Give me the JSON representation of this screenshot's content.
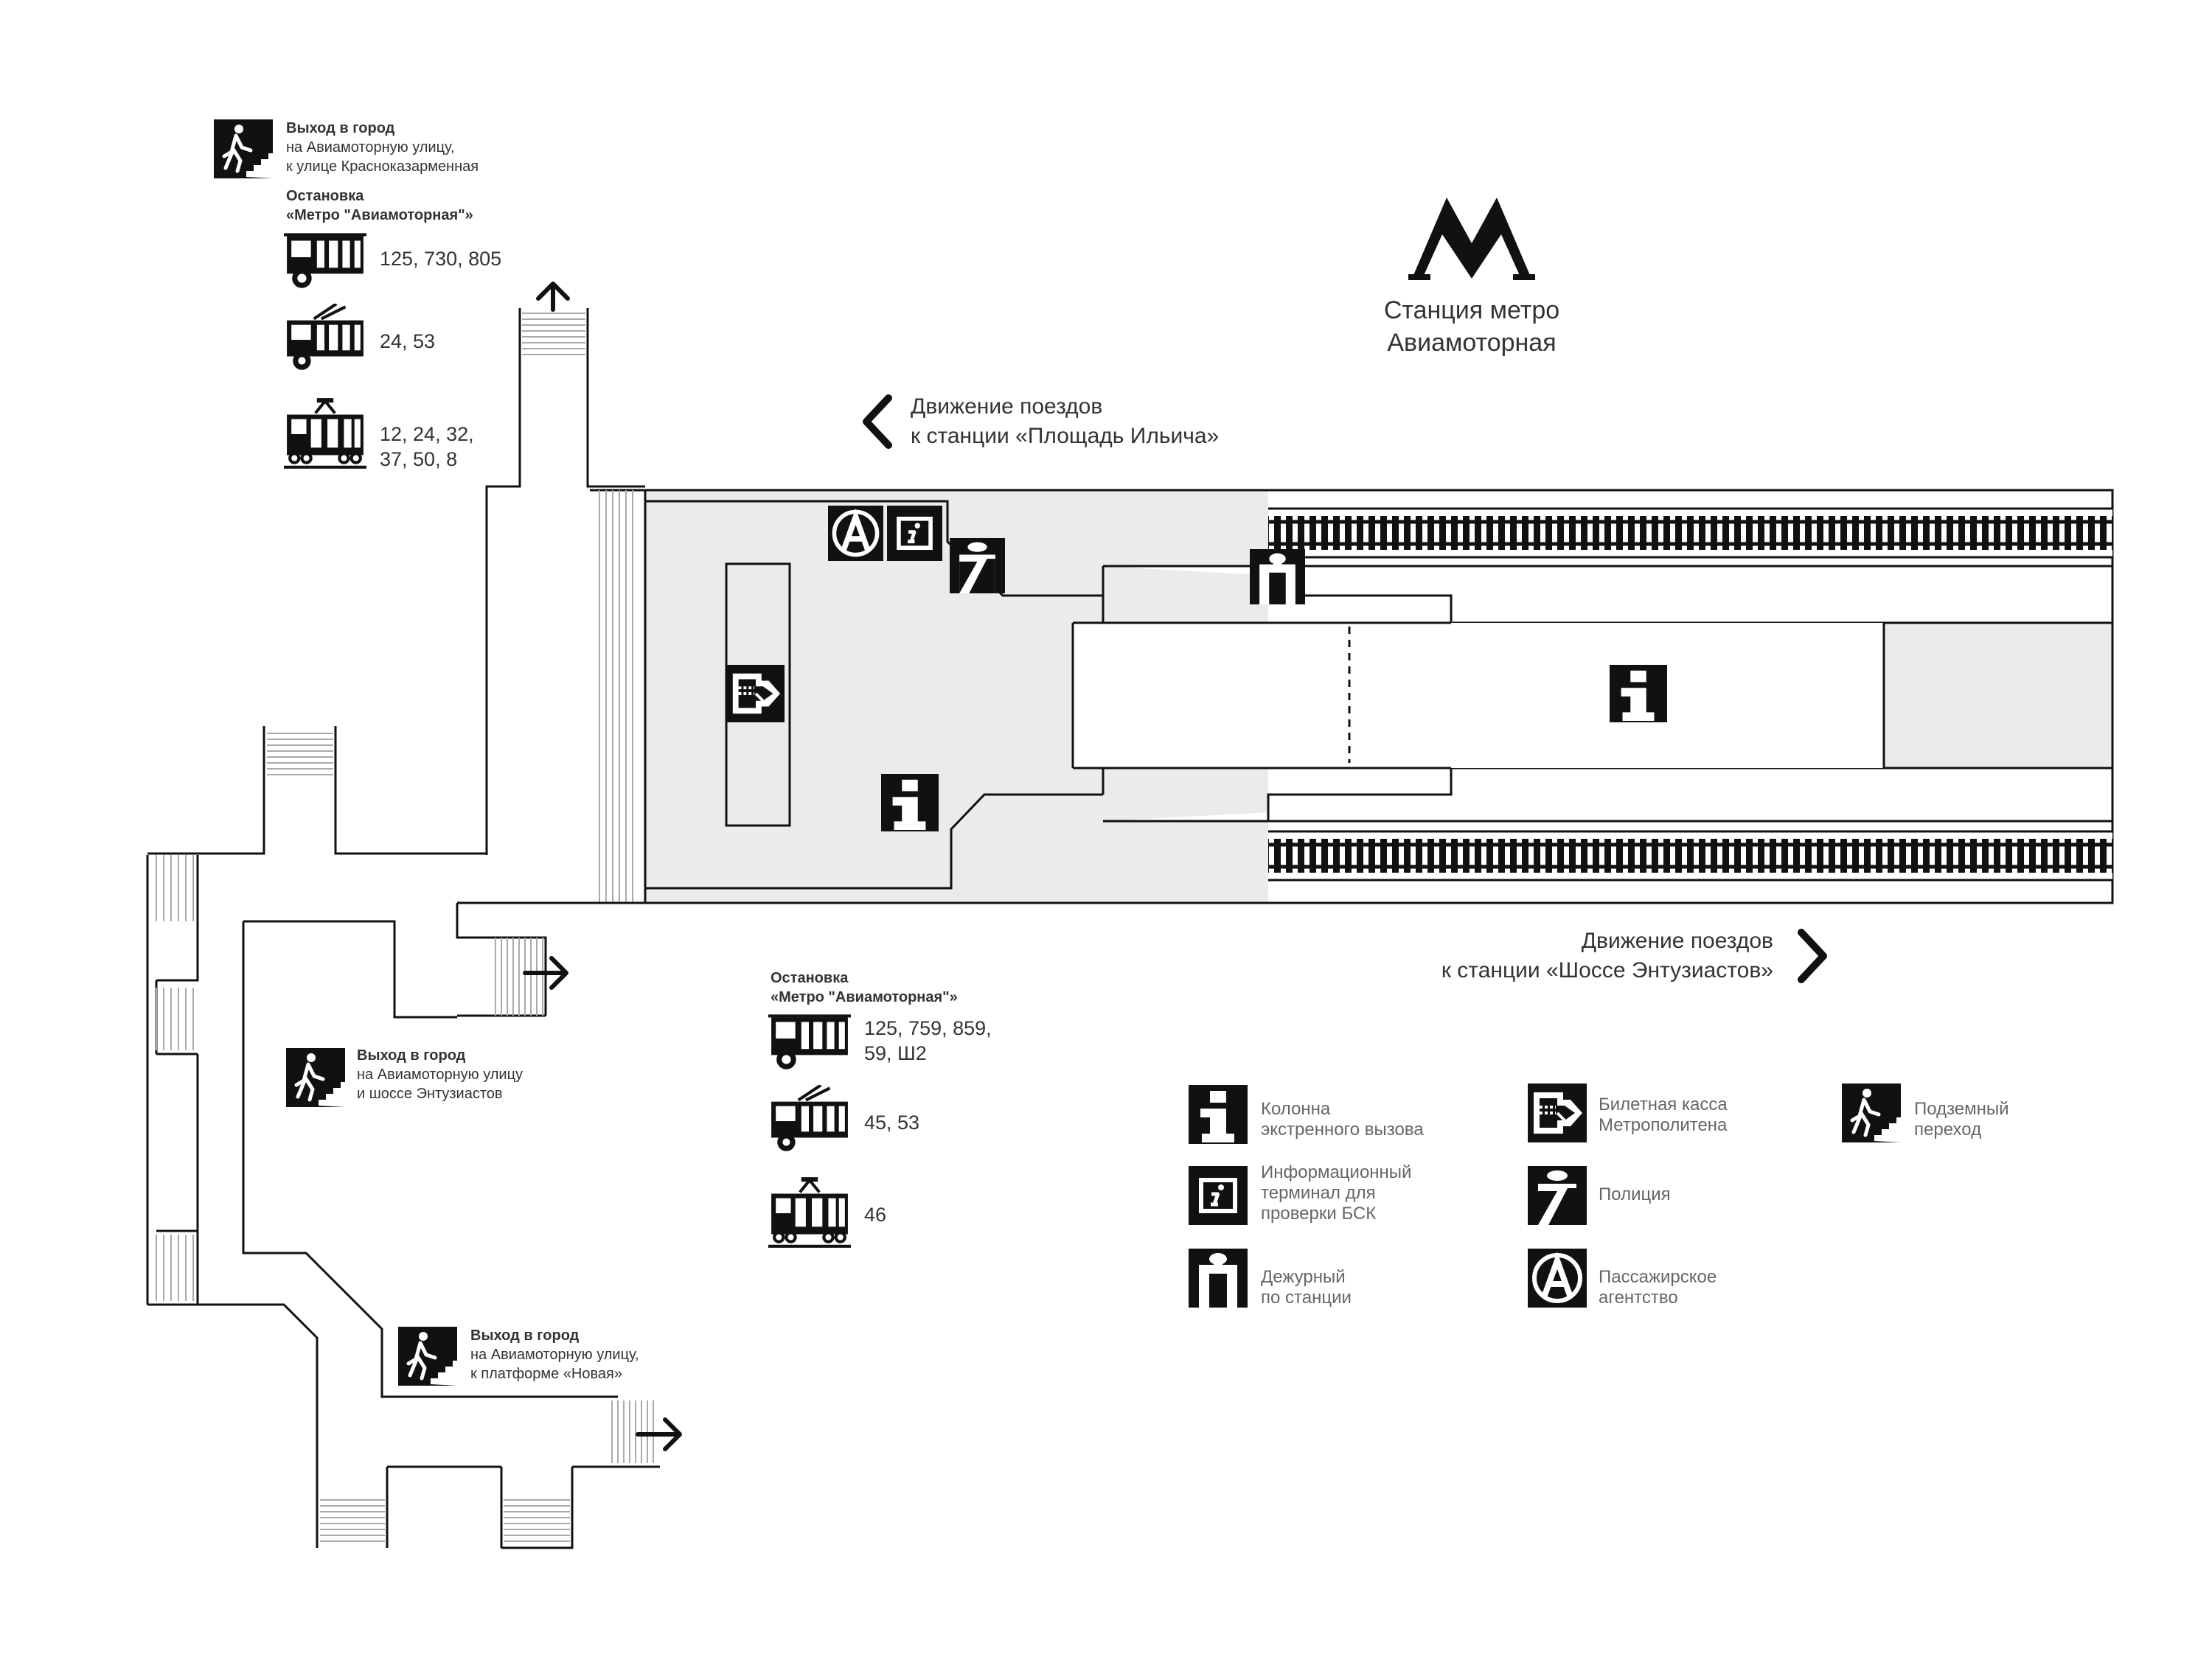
{
  "metro": {
    "logo_letter": "M",
    "station_line1": "Станция метро",
    "station_line2": "Авиамоторная",
    "logo_color": "#111111"
  },
  "directions": {
    "west_line1": "Движение поездов",
    "west_line2": "к станции «Площадь Ильича»",
    "east_line1": "Движение поездов",
    "east_line2": "к станции «Шоссе Энтузиастов»"
  },
  "exit_north": {
    "exit_title": "Выход в город",
    "exit_line1": "на Авиамоторную улицу,",
    "exit_line2": "к улице Красноказарменная",
    "stop_title": "Остановка",
    "stop_name": "«Метро \"Авиамоторная\"»",
    "bus_routes": "125, 730, 805",
    "trolleybus_routes": "24, 53",
    "tram_routes_line1": "12, 24, 32,",
    "tram_routes_line2": "37, 50, 8"
  },
  "exit_southwest": {
    "exit_title": "Выход в город",
    "exit_line1": "на Авиамоторную улицу",
    "exit_line2": "и шоссе Энтузиастов"
  },
  "exit_south": {
    "exit_title": "Выход в город",
    "exit_line1": "на Авиамоторную улицу,",
    "exit_line2": "к платформе «Новая»"
  },
  "stop_south": {
    "stop_title": "Остановка",
    "stop_name": "«Метро \"Авиамоторная\"»",
    "bus_routes_line1": "125, 759, 859,",
    "bus_routes_line2": "59, Ш2",
    "trolleybus_routes": "45, 53",
    "tram_routes": "46"
  },
  "legend": {
    "emergency_line1": "Колонна",
    "emergency_line2": "экстренного вызова",
    "info_terminal_line1": "Информационный",
    "info_terminal_line2": "терминал для",
    "info_terminal_line3": "проверки БСК",
    "attendant_line1": "Дежурный",
    "attendant_line2": "по станции",
    "ticket_line1": "Билетная касса",
    "ticket_line2": "Метрополитена",
    "police_line1": "Полиция",
    "agency_line1": "Пассажирское",
    "agency_line2": "агентство",
    "underpass_line1": "Подземный",
    "underpass_line2": "переход"
  },
  "icons": {
    "emergency": "emergency-call-icon",
    "info_terminal": "info-terminal-icon",
    "attendant": "station-attendant-icon",
    "ticket": "ticket-office-icon",
    "police": "police-icon",
    "agency": "passenger-agency-icon",
    "underpass": "underpass-icon",
    "bus": "bus-icon",
    "trolleybus": "trolleybus-icon",
    "tram": "tram-icon"
  },
  "colors": {
    "ink": "#111111",
    "hall_fill": "#ebebeb",
    "platform_fill": "#ffffff",
    "legend_text": "#666666"
  }
}
